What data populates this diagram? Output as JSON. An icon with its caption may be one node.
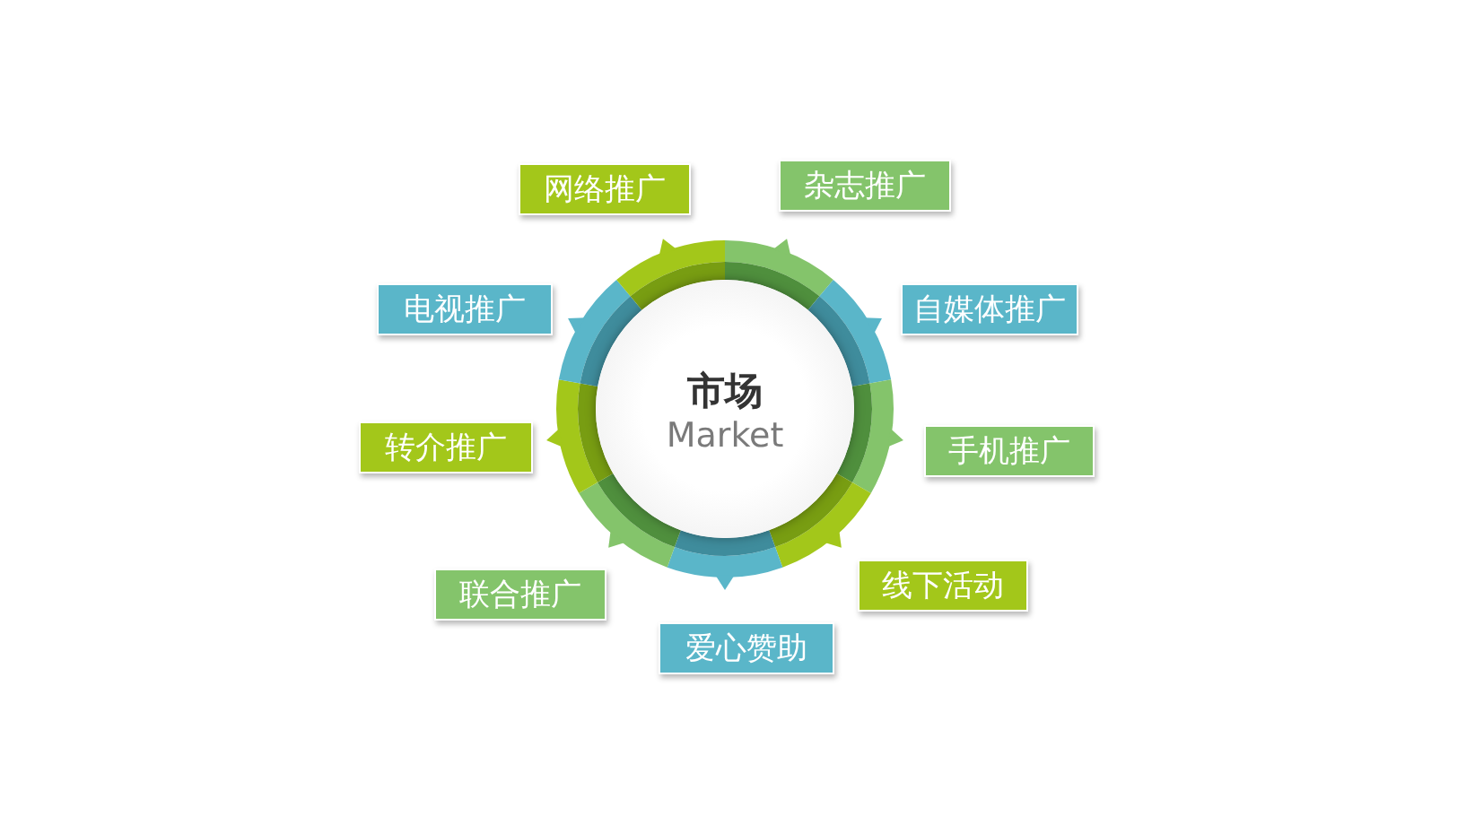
{
  "diagram": {
    "nodes": [
      {
        "text": [
          "市场",
          "Market"
        ]
      },
      {
        "text": [
          "网络推广"
        ]
      },
      {
        "text": [
          "杂志推广"
        ]
      },
      {
        "text": [
          "自媒体推广"
        ]
      },
      {
        "text": [
          "手机推广"
        ]
      },
      {
        "text": [
          "线下活动"
        ]
      },
      {
        "text": [
          "爱心赞助"
        ]
      },
      {
        "text": [
          "联合推广"
        ]
      },
      {
        "text": [
          "转介推广"
        ]
      },
      {
        "text": [
          "电视推广"
        ]
      }
    ]
  }
}
